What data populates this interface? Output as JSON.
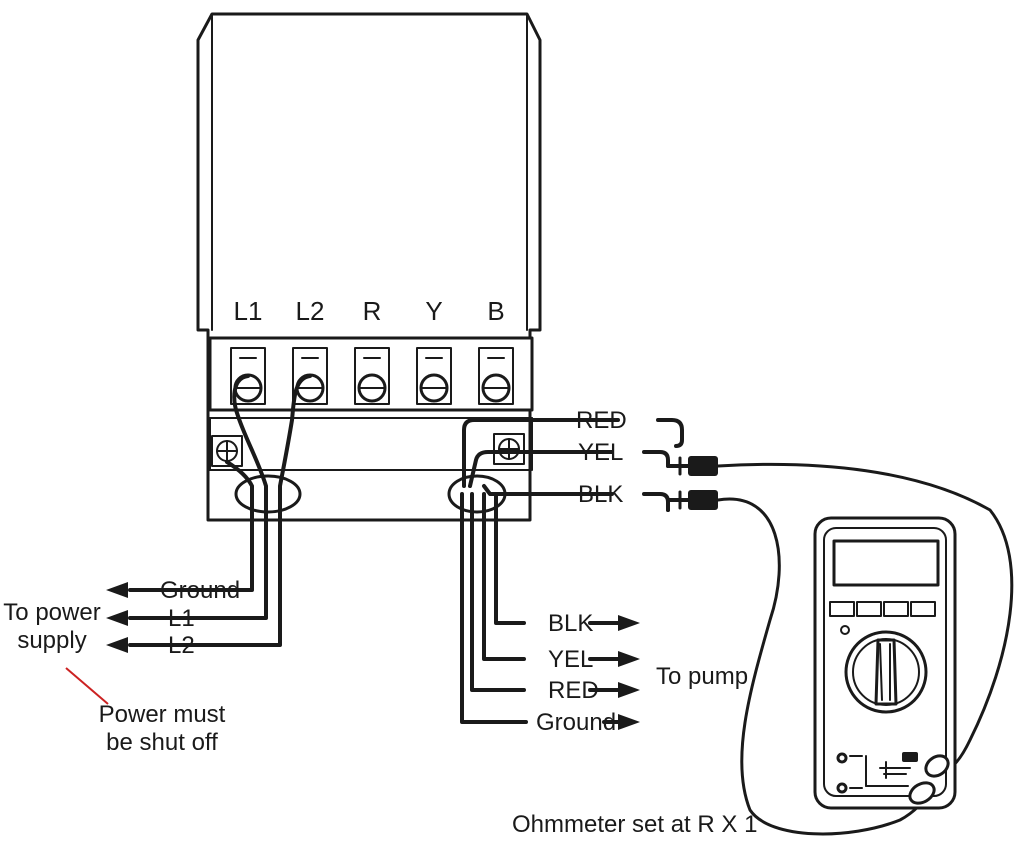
{
  "terminals": {
    "labels": [
      "L1",
      "L2",
      "R",
      "Y",
      "B"
    ]
  },
  "supply_side": {
    "wires": [
      "Ground",
      "L1",
      "L2"
    ],
    "destination": [
      "To power",
      "supply"
    ],
    "warning": [
      "Power must",
      "be shut off"
    ]
  },
  "pump_side": {
    "test_leads": [
      "RED",
      "YEL",
      "BLK"
    ],
    "wires": [
      "BLK",
      "YEL",
      "RED",
      "Ground"
    ],
    "destination": "To pump"
  },
  "meter": {
    "caption": "Ohmmeter set at R X 1"
  },
  "colors": {
    "line": "#1a1a1a",
    "warning_leader": "#cc2222"
  }
}
